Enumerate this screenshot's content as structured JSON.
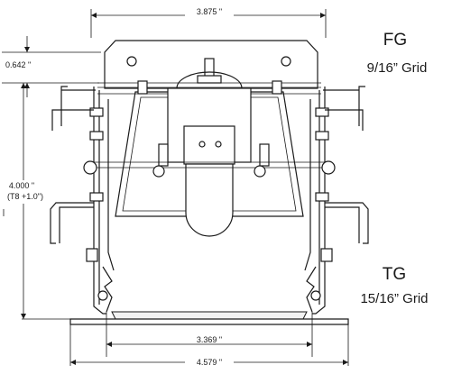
{
  "dimensions": {
    "top_width": "3.875 \"",
    "plate_offset": "0.642 \"",
    "height_value": "4.000 \"",
    "height_note": "(T8 +1.0\")",
    "inner_width": "3.369 \"",
    "outer_width": "4.579 \""
  },
  "labels": {
    "fg_title": "FG",
    "fg_grid": "9/16” Grid",
    "tg_title": "TG",
    "tg_grid": "15/16” Grid"
  }
}
